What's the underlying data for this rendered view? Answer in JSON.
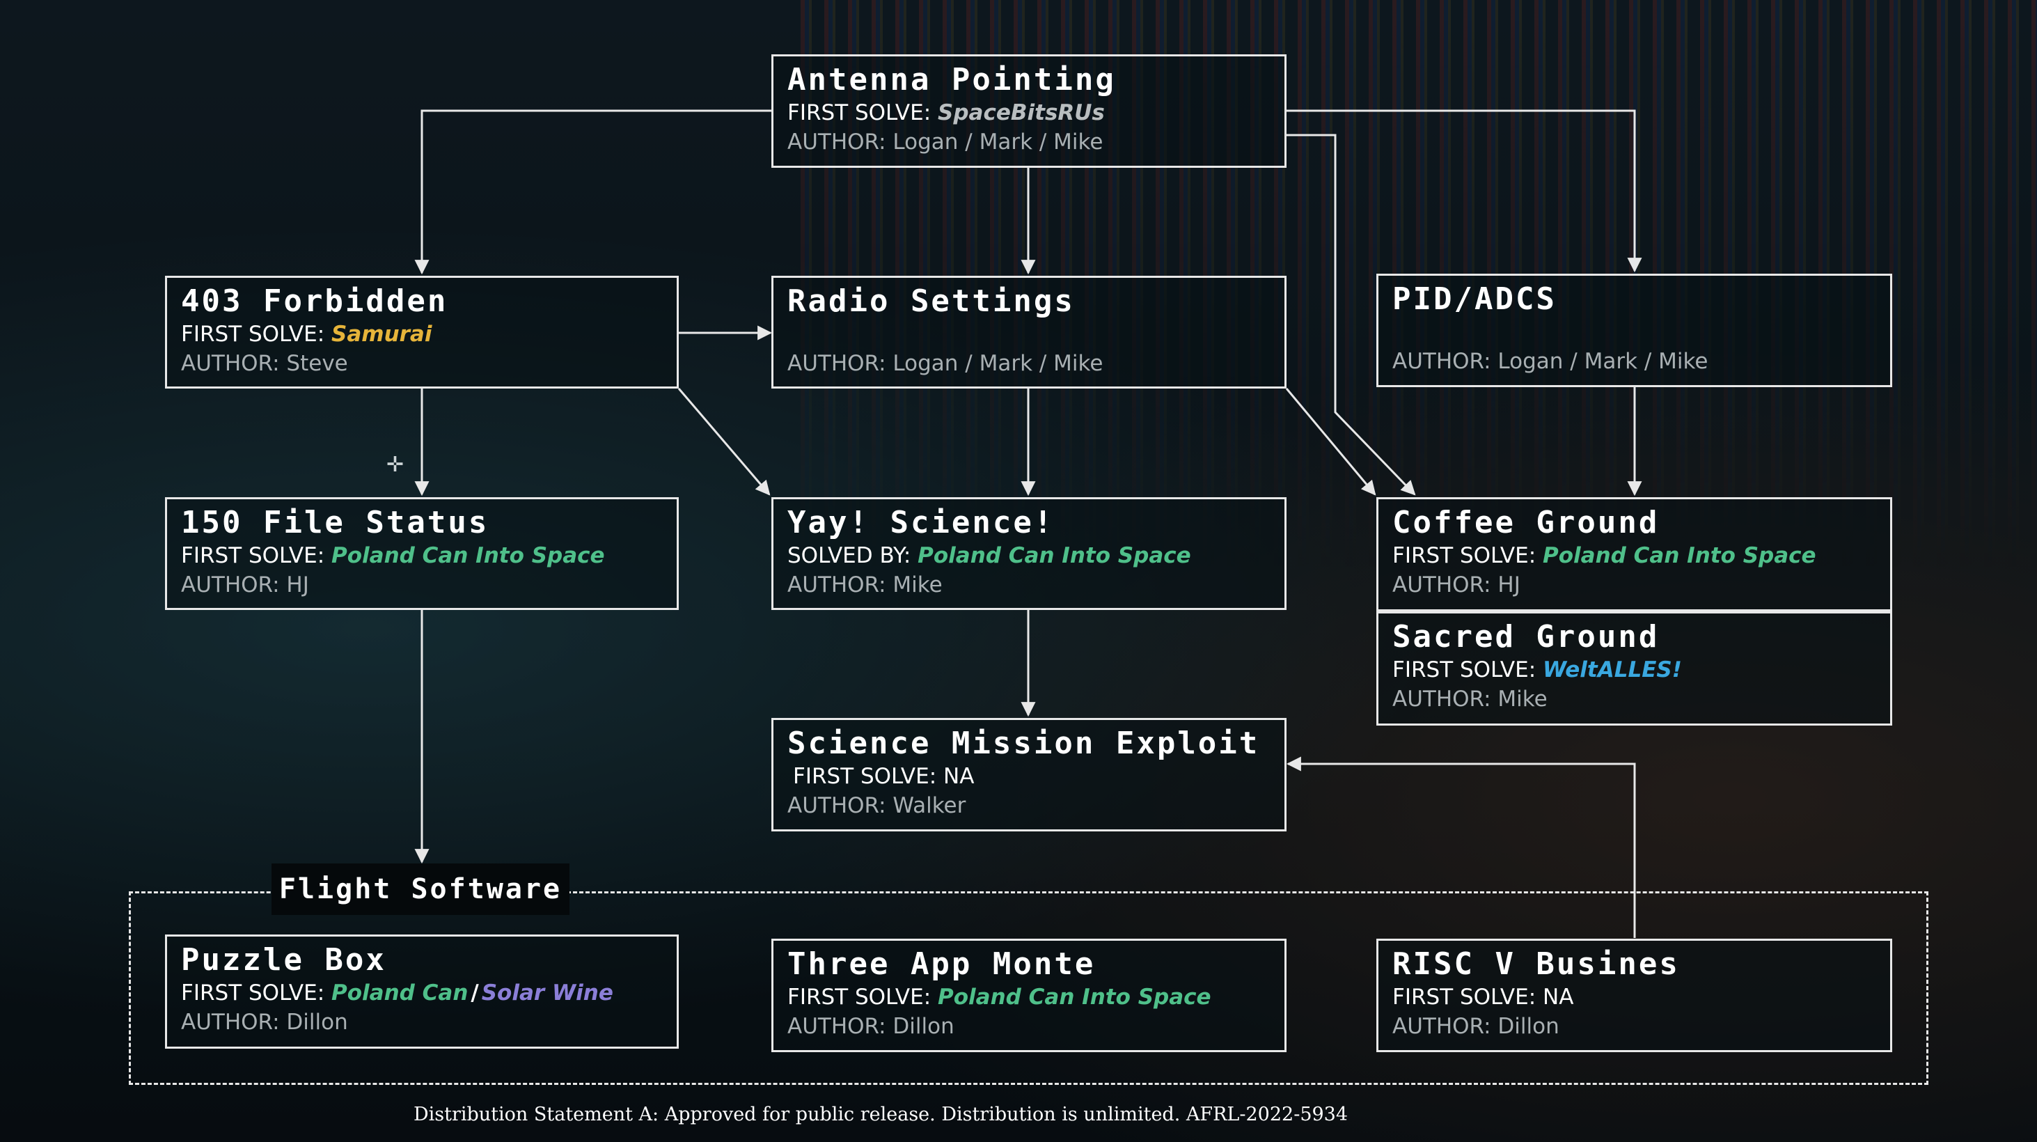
{
  "colors": {
    "line": "#e8e8e8",
    "team_spacebits": "#b9bec0",
    "team_samurai": "#e6b43a",
    "team_poland": "#4fc08a",
    "team_solarwine": "#8b7fd8",
    "team_weltalles": "#3aa8e0"
  },
  "nodes": {
    "antenna": {
      "title": "Antenna Pointing",
      "solve_prefix": "FIRST SOLVE:",
      "team": "SpaceBitsRUs",
      "author": "AUTHOR: Logan / Mark / Mike"
    },
    "forbidden": {
      "title": "403 Forbidden",
      "solve_prefix": "FIRST SOLVE:",
      "team": "Samurai",
      "author": "AUTHOR: Steve"
    },
    "radio": {
      "title": "Radio Settings",
      "author": "AUTHOR: Logan / Mark / Mike"
    },
    "pid": {
      "title": "PID/ADCS",
      "author": "AUTHOR: Logan / Mark / Mike"
    },
    "file150": {
      "title": "150 File Status",
      "solve_prefix": "FIRST SOLVE:",
      "team": "Poland Can Into Space",
      "author": "AUTHOR: HJ"
    },
    "yay": {
      "title": "Yay! Science!",
      "solve_prefix": "SOLVED BY:",
      "team": "Poland Can Into Space",
      "author": "AUTHOR: Mike"
    },
    "coffee": {
      "title": "Coffee Ground",
      "solve_prefix": "FIRST SOLVE:",
      "team": "Poland Can Into Space",
      "author": "AUTHOR: HJ"
    },
    "sacred": {
      "title": "Sacred Ground",
      "solve_prefix": "FIRST SOLVE:",
      "team": "WeltALLES!",
      "author": "AUTHOR: Mike"
    },
    "science": {
      "title": "Science Mission Exploit",
      "solve": "FIRST SOLVE: NA",
      "author": "AUTHOR: Walker"
    },
    "puzzle": {
      "title": "Puzzle Box",
      "solve_prefix": "FIRST SOLVE:",
      "team": "Poland Can",
      "team2": "Solar Wine",
      "separator": "/",
      "author": "AUTHOR: Dillon"
    },
    "monte": {
      "title": "Three App Monte",
      "solve_prefix": "FIRST SOLVE:",
      "team": "Poland Can Into Space",
      "author": "AUTHOR: Dillon"
    },
    "riscv": {
      "title": "RISC V Busines",
      "solve": "FIRST SOLVE: NA",
      "author": "AUTHOR: Dillon"
    }
  },
  "group_label": "Flight Software",
  "footer": "Distribution Statement A: Approved for public release. Distribution is unlimited. AFRL-2022-5934",
  "cursor_icon": "crosshair-cursor-icon"
}
